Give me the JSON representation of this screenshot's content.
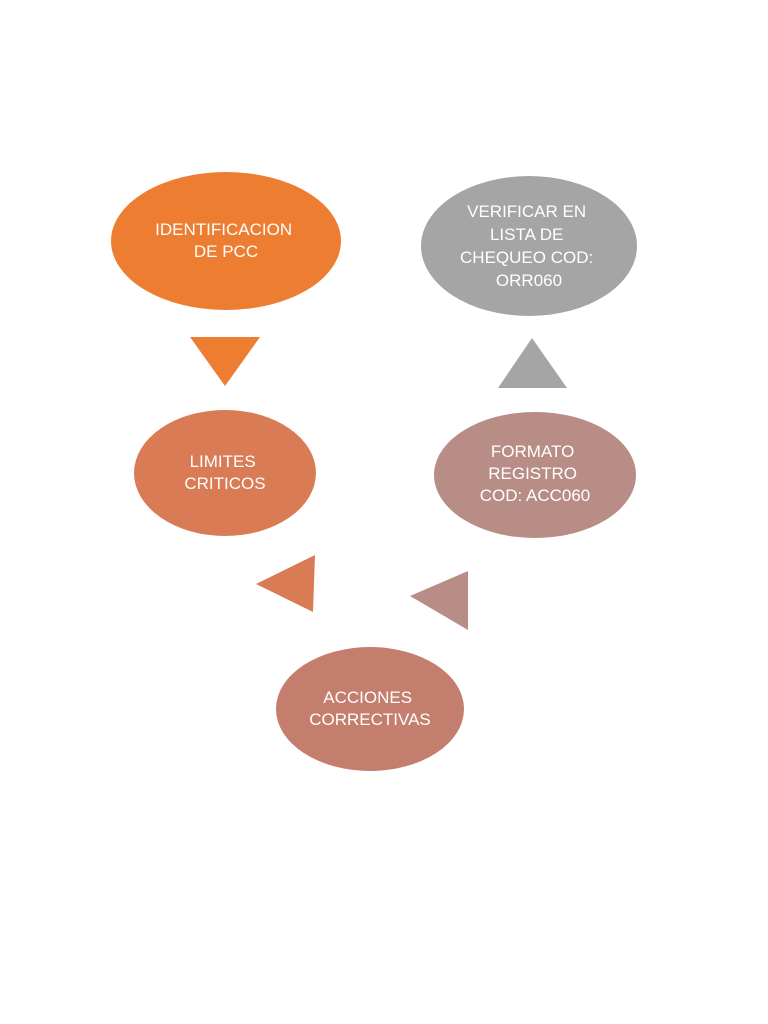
{
  "nodes": {
    "identificacion": {
      "lines": [
        "IDENTIFICACION",
        "DE PCC"
      ],
      "color": "#ED7D31"
    },
    "verificar": {
      "lines": [
        "VERIFICAR EN",
        "LISTA DE",
        "CHEQUEO COD:",
        "ORR060"
      ],
      "color": "#A5A5A5"
    },
    "limites": {
      "lines": [
        "LIMITES",
        "CRITICOS"
      ],
      "color": "#D97B55"
    },
    "formato": {
      "lines": [
        "FORMATO",
        "REGISTRO",
        "COD: ACC060"
      ],
      "color": "#B88D85"
    },
    "acciones": {
      "lines": [
        "ACCIONES",
        "CORRECTIVAS"
      ],
      "color": "#C47E6E"
    }
  },
  "arrows": {
    "identificacion_to_limites": {
      "direction": "down",
      "color": "#ED7D31"
    },
    "acciones_to_limites": {
      "direction": "left",
      "color": "#D97B55"
    },
    "acciones_to_formato": {
      "direction": "left",
      "color": "#B88D85"
    },
    "formato_to_verificar": {
      "direction": "up",
      "color": "#A5A5A5"
    }
  }
}
